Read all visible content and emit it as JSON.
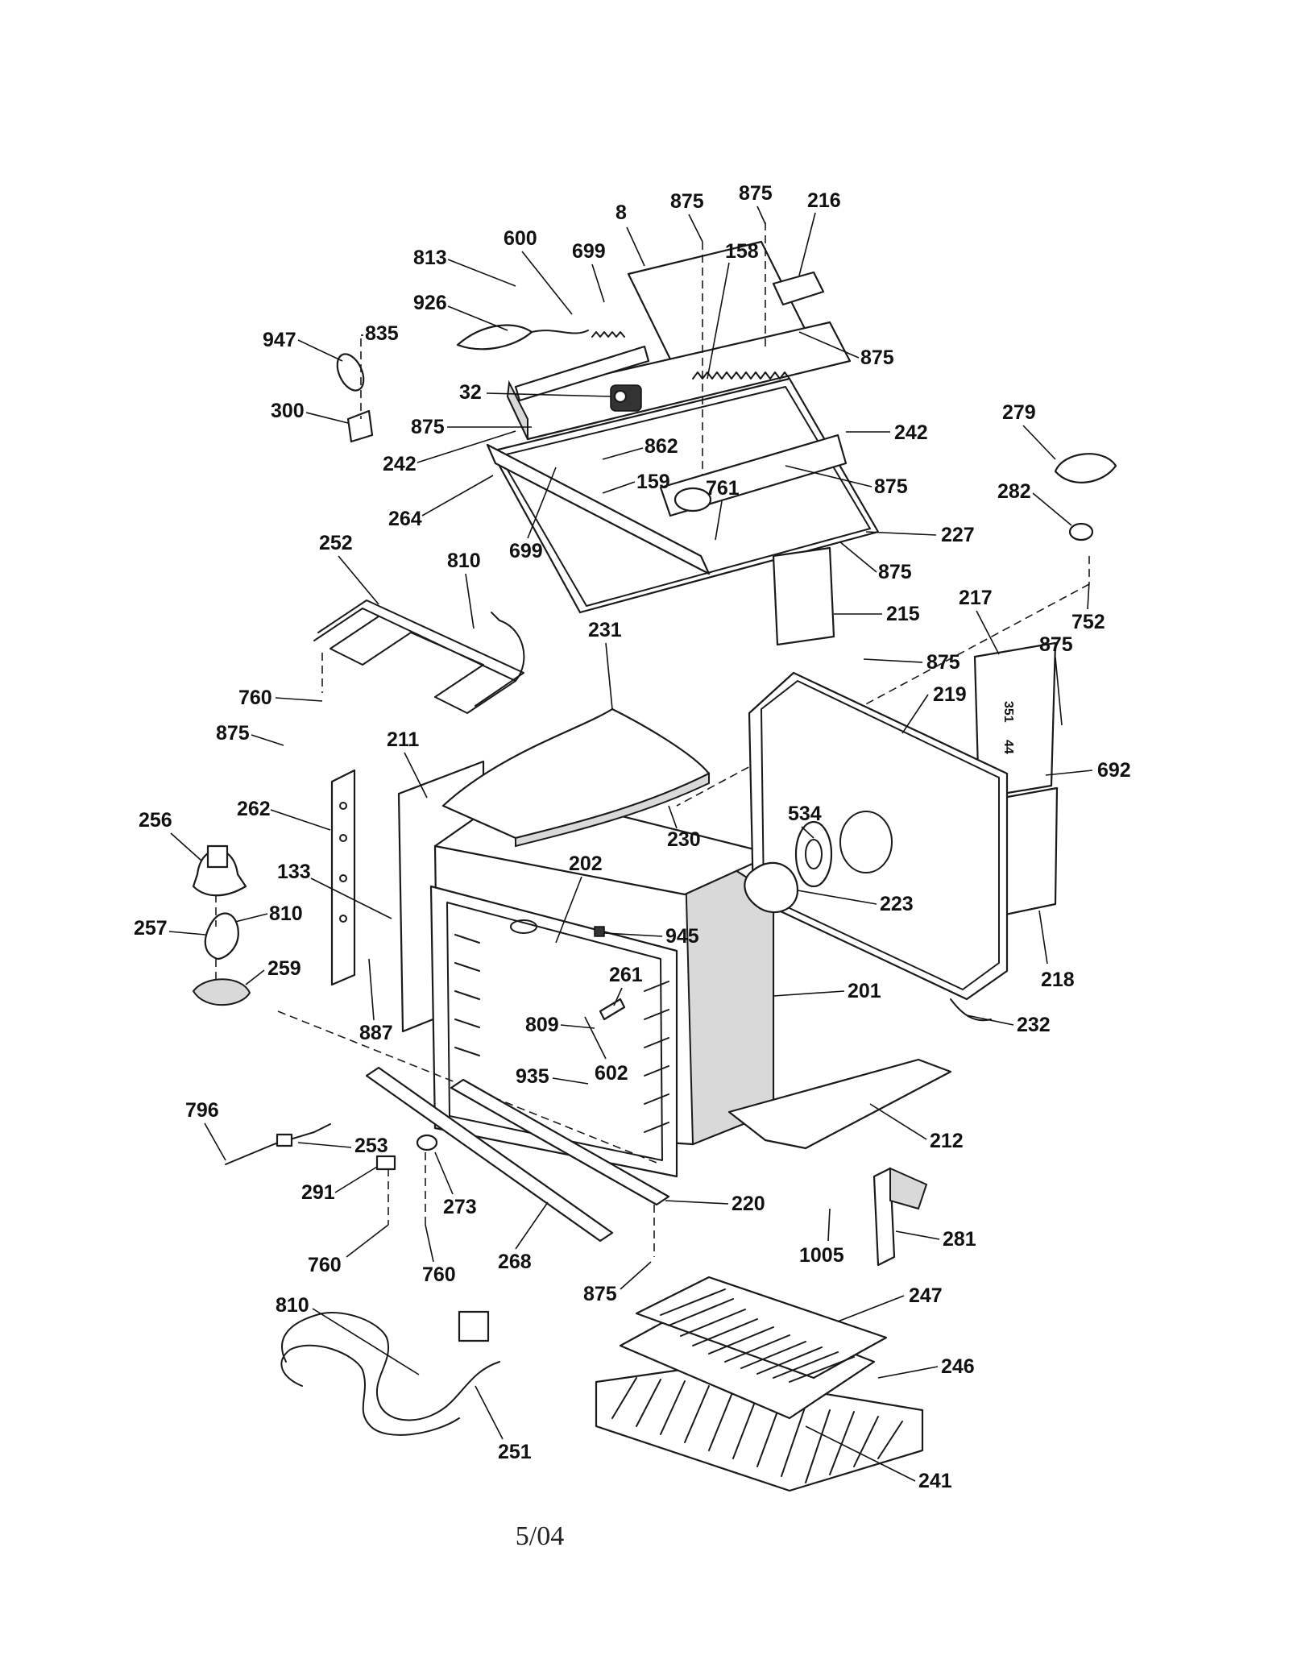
{
  "footer": {
    "date_code": "5/04"
  },
  "callouts": [
    {
      "id": "c8",
      "label": "8"
    },
    {
      "id": "c875a",
      "label": "875"
    },
    {
      "id": "c875b",
      "label": "875"
    },
    {
      "id": "c216",
      "label": "216"
    },
    {
      "id": "c600",
      "label": "600"
    },
    {
      "id": "c699a",
      "label": "699"
    },
    {
      "id": "c158",
      "label": "158"
    },
    {
      "id": "c813",
      "label": "813"
    },
    {
      "id": "c926",
      "label": "926"
    },
    {
      "id": "c947",
      "label": "947"
    },
    {
      "id": "c835",
      "label": "835"
    },
    {
      "id": "c875c",
      "label": "875"
    },
    {
      "id": "c32",
      "label": "32"
    },
    {
      "id": "c300",
      "label": "300"
    },
    {
      "id": "c875d",
      "label": "875"
    },
    {
      "id": "c242a",
      "label": "242"
    },
    {
      "id": "c242b",
      "label": "242"
    },
    {
      "id": "c862",
      "label": "862"
    },
    {
      "id": "c279",
      "label": "279"
    },
    {
      "id": "c159",
      "label": "159"
    },
    {
      "id": "c875e",
      "label": "875"
    },
    {
      "id": "c264",
      "label": "264"
    },
    {
      "id": "c761",
      "label": "761"
    },
    {
      "id": "c282",
      "label": "282"
    },
    {
      "id": "c699b",
      "label": "699"
    },
    {
      "id": "c227",
      "label": "227"
    },
    {
      "id": "c252",
      "label": "252"
    },
    {
      "id": "c810a",
      "label": "810"
    },
    {
      "id": "c875f",
      "label": "875"
    },
    {
      "id": "c215",
      "label": "215"
    },
    {
      "id": "c752",
      "label": "752"
    },
    {
      "id": "c231",
      "label": "231"
    },
    {
      "id": "c217",
      "label": "217"
    },
    {
      "id": "c875g",
      "label": "875"
    },
    {
      "id": "c875h",
      "label": "875"
    },
    {
      "id": "c760a",
      "label": "760"
    },
    {
      "id": "c219",
      "label": "219"
    },
    {
      "id": "c875i",
      "label": "875"
    },
    {
      "id": "c211",
      "label": "211"
    },
    {
      "id": "c692",
      "label": "692"
    },
    {
      "id": "c262",
      "label": "262"
    },
    {
      "id": "c534",
      "label": "534"
    },
    {
      "id": "c256",
      "label": "256"
    },
    {
      "id": "c230",
      "label": "230"
    },
    {
      "id": "c133",
      "label": "133"
    },
    {
      "id": "c202",
      "label": "202"
    },
    {
      "id": "c810b",
      "label": "810"
    },
    {
      "id": "c223",
      "label": "223"
    },
    {
      "id": "c257",
      "label": "257"
    },
    {
      "id": "c945",
      "label": "945"
    },
    {
      "id": "c259",
      "label": "259"
    },
    {
      "id": "c261",
      "label": "261"
    },
    {
      "id": "c218",
      "label": "218"
    },
    {
      "id": "c201",
      "label": "201"
    },
    {
      "id": "c887",
      "label": "887"
    },
    {
      "id": "c232",
      "label": "232"
    },
    {
      "id": "c809",
      "label": "809"
    },
    {
      "id": "c935",
      "label": "935"
    },
    {
      "id": "c602",
      "label": "602"
    },
    {
      "id": "c796",
      "label": "796"
    },
    {
      "id": "c253",
      "label": "253"
    },
    {
      "id": "c212",
      "label": "212"
    },
    {
      "id": "c291",
      "label": "291"
    },
    {
      "id": "c273",
      "label": "273"
    },
    {
      "id": "c220",
      "label": "220"
    },
    {
      "id": "c1005",
      "label": "1005"
    },
    {
      "id": "c281",
      "label": "281"
    },
    {
      "id": "c760b",
      "label": "760"
    },
    {
      "id": "c760c",
      "label": "760"
    },
    {
      "id": "c268",
      "label": "268"
    },
    {
      "id": "c875j",
      "label": "875"
    },
    {
      "id": "c247",
      "label": "247"
    },
    {
      "id": "c810c",
      "label": "810"
    },
    {
      "id": "c246",
      "label": "246"
    },
    {
      "id": "c251",
      "label": "251"
    },
    {
      "id": "c241",
      "label": "241"
    }
  ],
  "panel_markings": {
    "upper": "351",
    "lower": "44"
  }
}
